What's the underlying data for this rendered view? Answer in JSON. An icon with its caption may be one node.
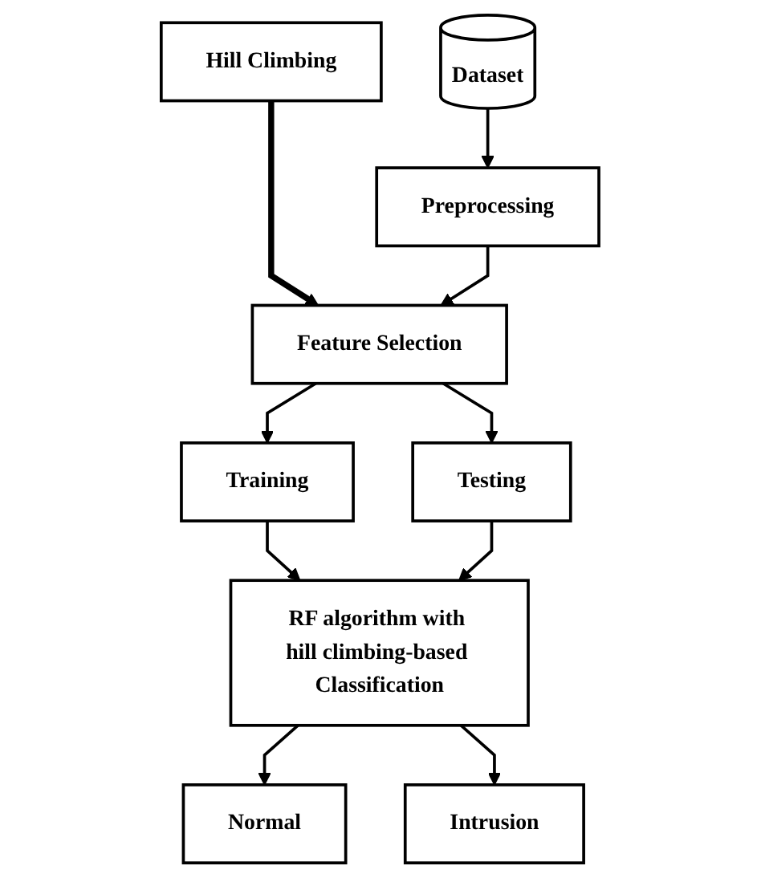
{
  "diagram": {
    "nodes": [
      {
        "text": [
          "Dataset"
        ]
      },
      {
        "text": [
          "Hill Climbing"
        ]
      },
      {
        "text": [
          "Preprocessing"
        ]
      },
      {
        "text": [
          "Feature Selection"
        ]
      },
      {
        "text": [
          "Training"
        ]
      },
      {
        "text": [
          "Testing"
        ]
      },
      {
        "text": [
          "RF algorithm with hill climbing-based Classification"
        ]
      },
      {
        "text": [
          "Normal"
        ]
      },
      {
        "text": [
          "Intrusion"
        ]
      }
    ],
    "edges": [
      {
        "from": 0,
        "to": 2,
        "arrow": "to"
      },
      {
        "from": 1,
        "to": 3,
        "arrow": "to",
        "style": "thick"
      },
      {
        "from": 2,
        "to": 3,
        "arrow": "to"
      },
      {
        "from": 3,
        "to": 4,
        "arrow": "to"
      },
      {
        "from": 3,
        "to": 5,
        "arrow": "to"
      },
      {
        "from": 4,
        "to": 6,
        "arrow": "to"
      },
      {
        "from": 5,
        "to": 6,
        "arrow": "to"
      },
      {
        "from": 6,
        "to": 7,
        "arrow": "to"
      },
      {
        "from": 6,
        "to": 8,
        "arrow": "to"
      }
    ]
  }
}
